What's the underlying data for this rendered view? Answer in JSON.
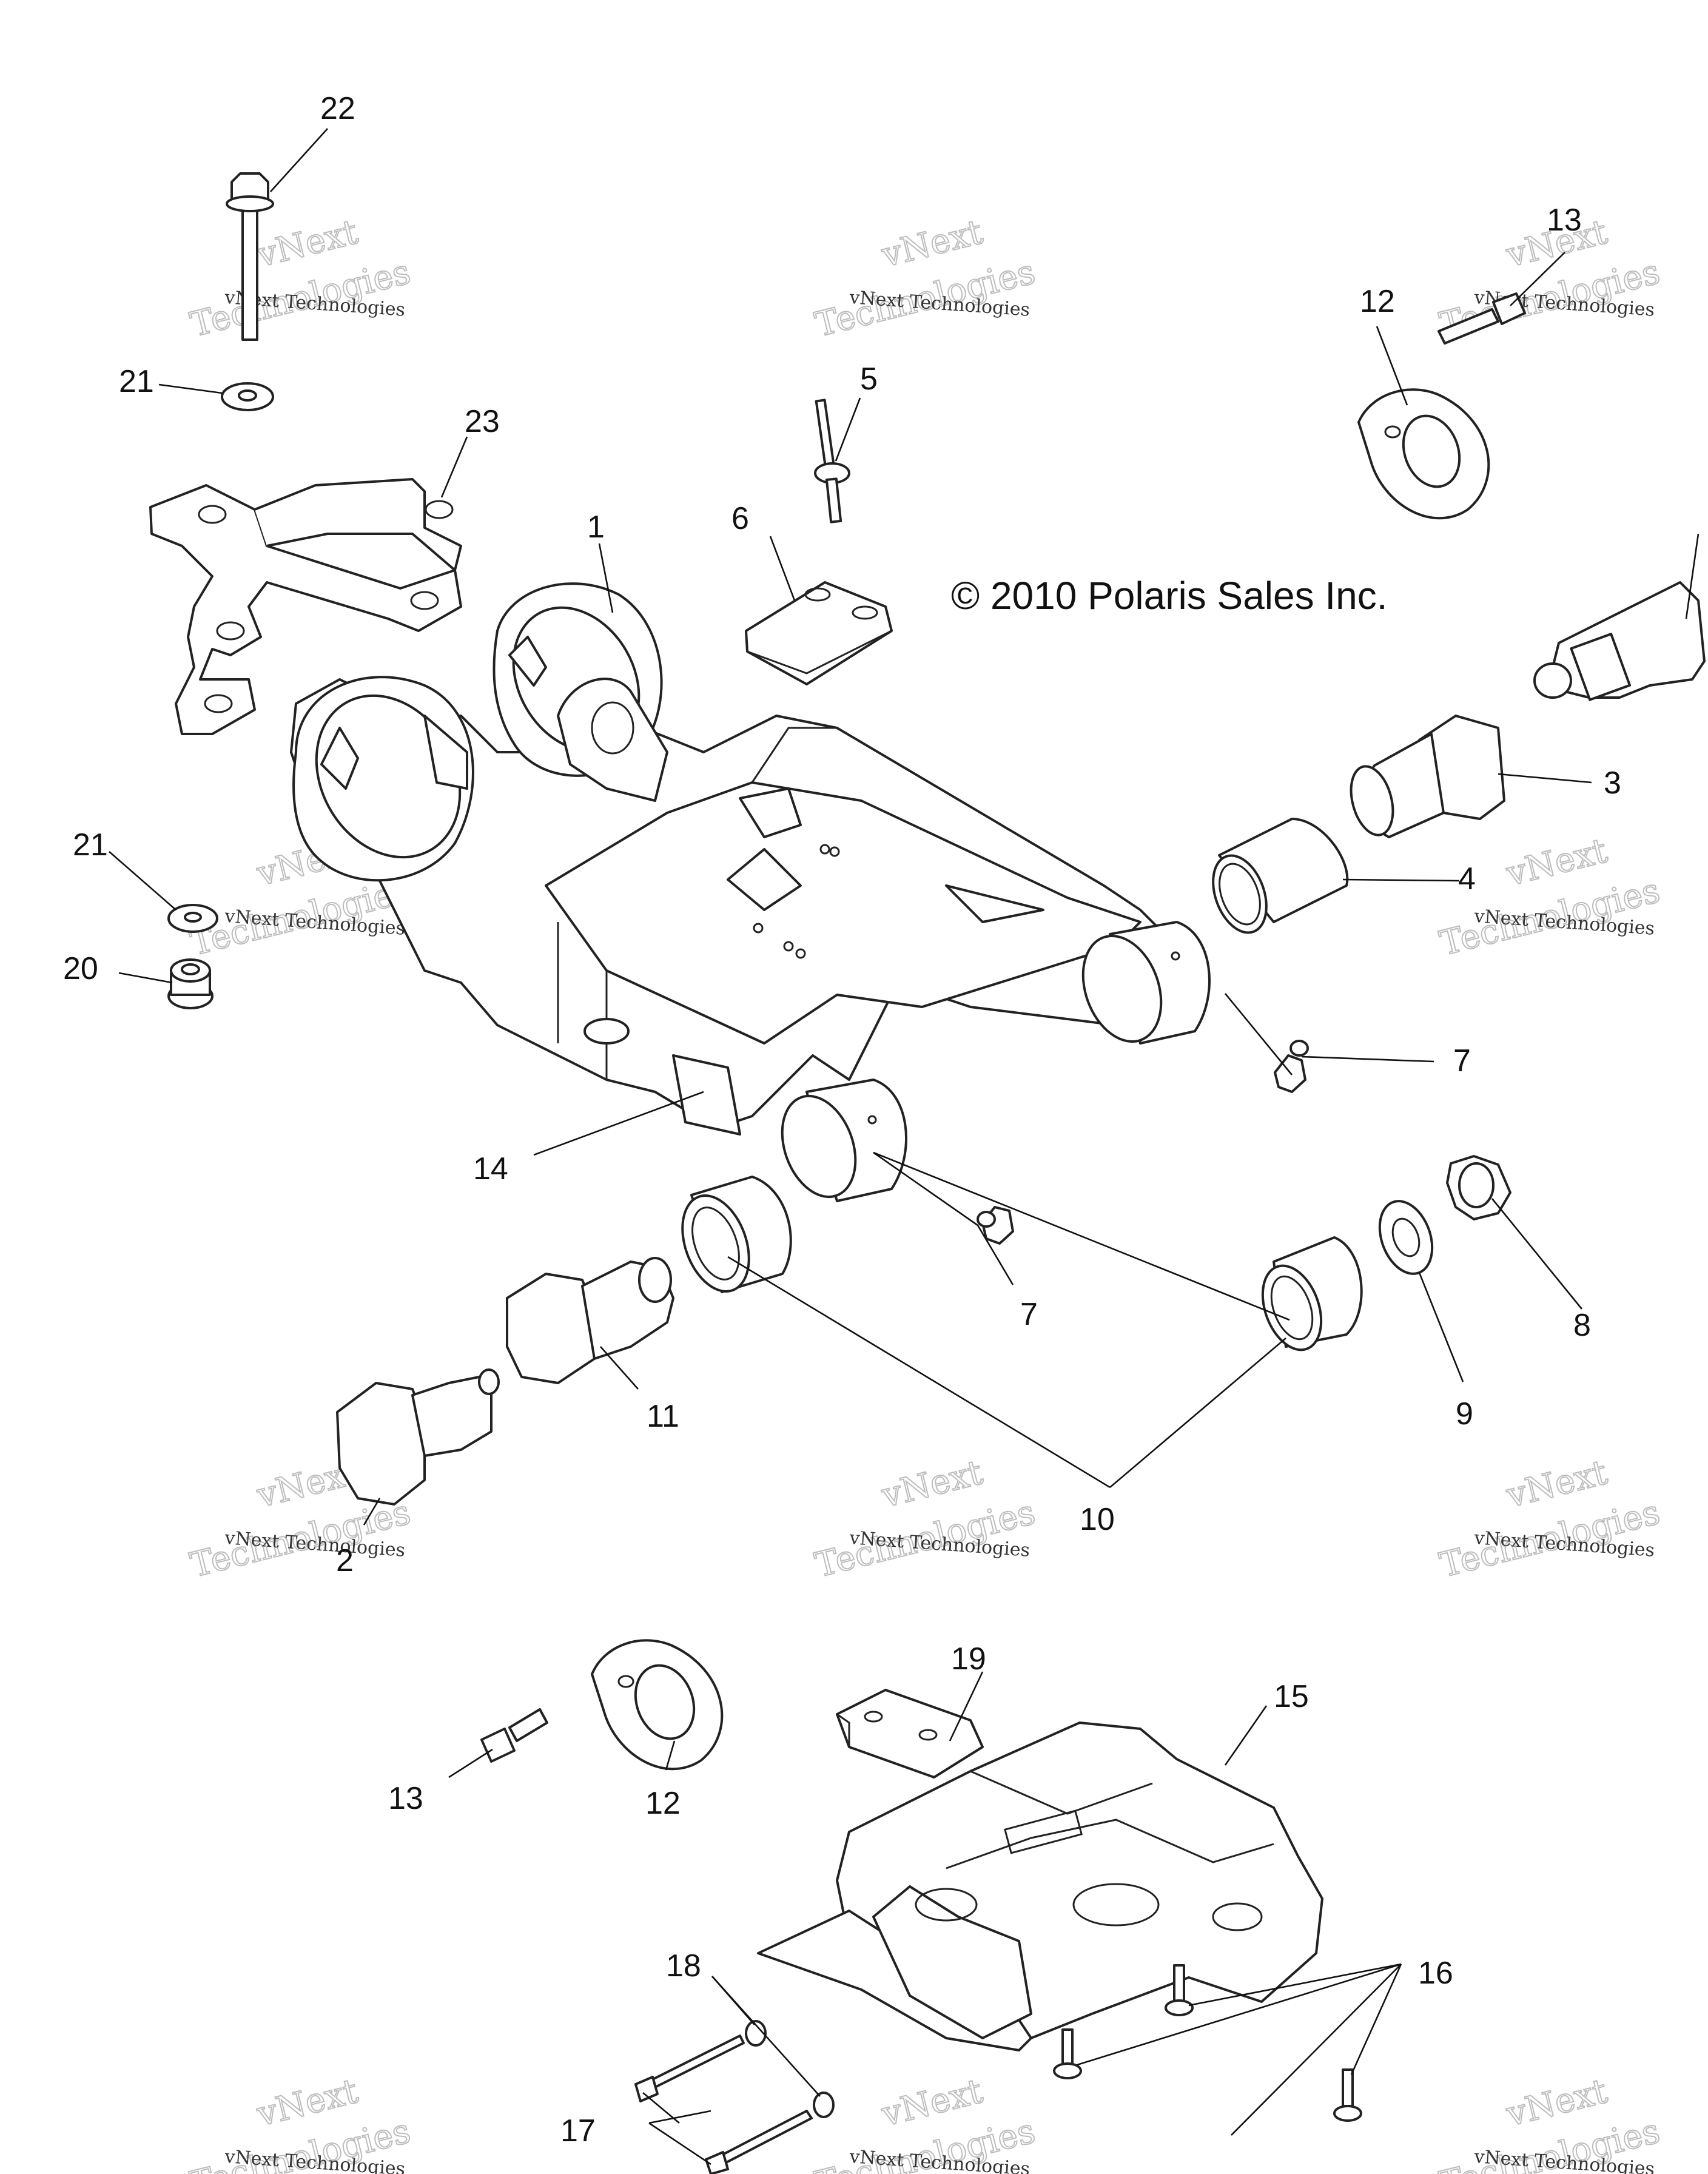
{
  "copyright": "© 2010 Polaris Sales Inc.",
  "watermark": {
    "line1": "vNext Technologies",
    "line2": "vNext",
    "line3": "Technologies"
  },
  "callouts": [
    {
      "id": "1",
      "label": "1"
    },
    {
      "id": "2",
      "label": "2"
    },
    {
      "id": "3",
      "label": "3"
    },
    {
      "id": "4",
      "label": "4"
    },
    {
      "id": "5",
      "label": "5"
    },
    {
      "id": "6",
      "label": "6"
    },
    {
      "id": "7a",
      "label": "7"
    },
    {
      "id": "7b",
      "label": "7"
    },
    {
      "id": "8",
      "label": "8"
    },
    {
      "id": "9",
      "label": "9"
    },
    {
      "id": "10",
      "label": "10"
    },
    {
      "id": "11",
      "label": "11"
    },
    {
      "id": "12a",
      "label": "12"
    },
    {
      "id": "12b",
      "label": "12"
    },
    {
      "id": "13a",
      "label": "13"
    },
    {
      "id": "13b",
      "label": "13"
    },
    {
      "id": "14",
      "label": "14"
    },
    {
      "id": "15",
      "label": "15"
    },
    {
      "id": "16",
      "label": "16"
    },
    {
      "id": "17",
      "label": "17"
    },
    {
      "id": "18",
      "label": "18"
    },
    {
      "id": "19",
      "label": "19"
    },
    {
      "id": "20",
      "label": "20"
    },
    {
      "id": "21a",
      "label": "21"
    },
    {
      "id": "21b",
      "label": "21"
    },
    {
      "id": "22",
      "label": "22"
    },
    {
      "id": "23",
      "label": "23"
    }
  ]
}
